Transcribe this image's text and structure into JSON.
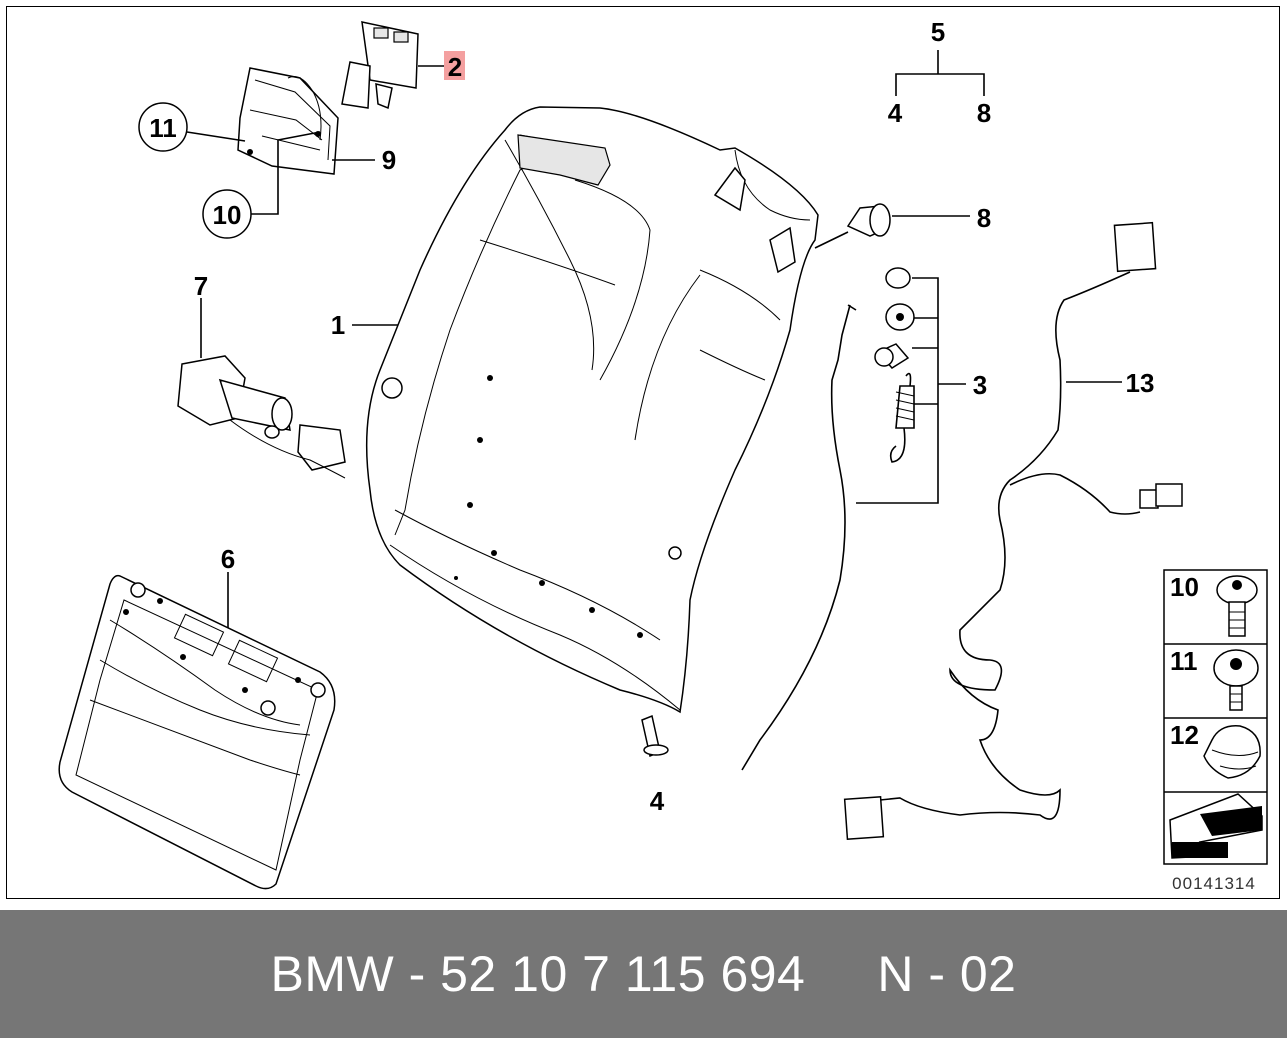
{
  "callouts": {
    "c1": "1",
    "c2": "2",
    "c3": "3",
    "c4a": "4",
    "c4b": "4",
    "c5": "5",
    "c6": "6",
    "c7": "7",
    "c8a": "8",
    "c8b": "8",
    "c9": "9",
    "c10": "10",
    "c11": "11",
    "c13": "13"
  },
  "legend": {
    "items": [
      {
        "number": "10",
        "icon": "torx-bolt-icon"
      },
      {
        "number": "11",
        "icon": "torx-screw-icon"
      },
      {
        "number": "12",
        "icon": "clip-icon"
      },
      {
        "number": "",
        "icon": "reference-arrow-icon"
      }
    ]
  },
  "diagram_number": "00141314",
  "highlight_color": "#f4a0a0",
  "footer": {
    "text": "BMW - 52 10 7 115 694     N - 02",
    "background": "#767676"
  }
}
